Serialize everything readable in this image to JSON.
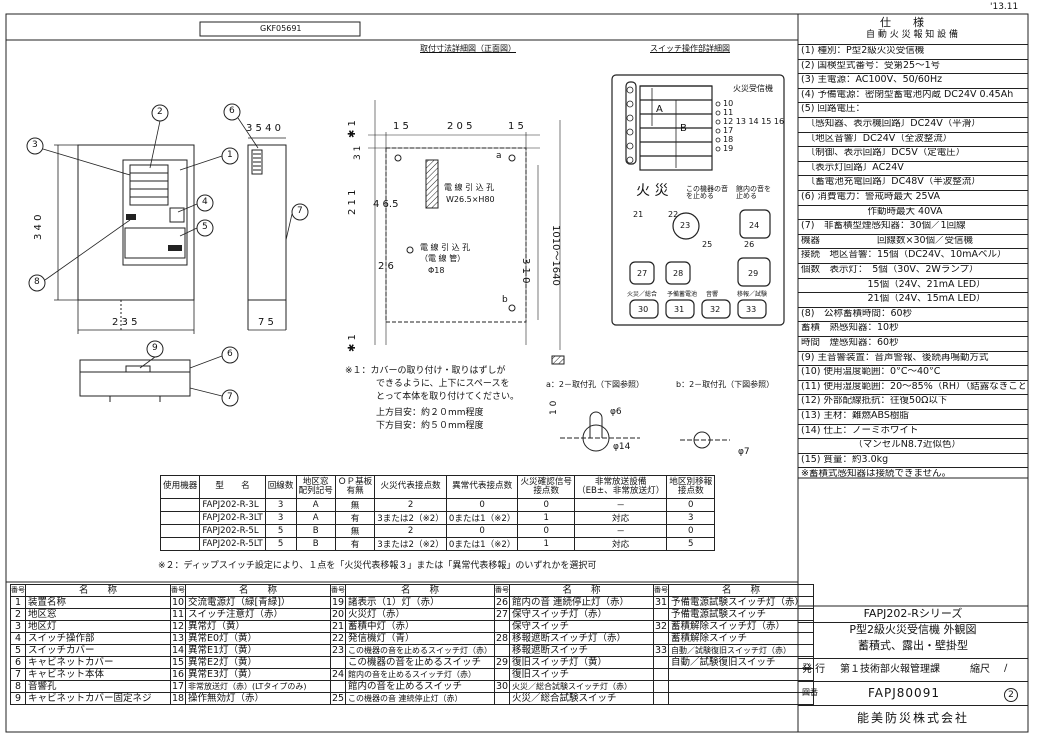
{
  "top_date": "'13.11",
  "doc_code": "GKF05691",
  "view_titles": {
    "mount": "取付寸法詳細図（正面図）",
    "switch": "スイッチ操作部詳細図"
  },
  "callouts": [
    "1",
    "2",
    "3",
    "4",
    "5",
    "6",
    "7",
    "8",
    "9",
    "6",
    "7"
  ],
  "dims": {
    "d235": "2 3 5",
    "d340": "3 4 0",
    "d75": "7 5",
    "d3540": "3 5 4 0",
    "d15a": "1 5",
    "d205": "2 0 5",
    "d15b": "1 5",
    "d31": "3 1",
    "d211": "2 1 1",
    "d465": "4 6.5",
    "d26": "2 6",
    "d310": "3 1 0",
    "d1010": "1010～1640",
    "star1": "✱ 1",
    "star2": "✱ 1",
    "d10": "1 0"
  },
  "mount_labels": {
    "cable_hole1": "電 線 引 込 孔",
    "cable_hole1_dim": "W26.5×H80",
    "cable_hole2": "電 線 引 込 孔",
    "cable_hole2_sub": "（電 線 管）",
    "cable_hole2_dim": "Φ18",
    "pt_a": "a",
    "pt_b": "b"
  },
  "notes": {
    "note1_l1": "※１：カバーの取り付け・取りはずしが",
    "note1_l2": "できるように、上下にスペースを",
    "note1_l3": "とって本体を取り付けてください。",
    "note1_l4": "上方目安：約２０mm程度",
    "note1_l5": "下方目安：約５０mm程度",
    "hole_a": "a：2－取付孔（下図参照）",
    "hole_b": "b：2－取付孔（下図参照）",
    "phi6": "φ6",
    "phi14": "φ14",
    "phi7": "φ7",
    "note2": "※２：ディップスイッチ設定により、１点を「火災代表移報３」または「異常代表移報」のいずれかを選択可"
  },
  "panel": {
    "title": "火災受信機",
    "zone_nums_a": [
      "10",
      "11",
      "12 13 14 15 16",
      "17",
      "18",
      "19"
    ],
    "letter_a": "A",
    "letter_b": "B",
    "fire_label": "火 災",
    "sub_left": "この機器の音を止める",
    "sub_right": "館内の音を止める",
    "n21": "21",
    "n22": "22",
    "n23": "23",
    "n24": "24",
    "n25": "25",
    "n26": "26",
    "n27": "27",
    "n28": "28",
    "n29": "29",
    "n30": "30",
    "n31": "31",
    "n32": "32",
    "n33": "33",
    "bottom_labels": [
      "火災／総合",
      "予備蓄電池",
      "音響",
      "移報／試験"
    ]
  },
  "spec": {
    "title": "仕　　様",
    "subtitle": "自 動 火 災 報 知 設 備",
    "rows": [
      "(1) 種別：P型2級火災受信機",
      "(2) 国検型式番号：受第25～1号",
      "(3) 主電源：AC100V、50/60Hz",
      "(4) 予備電源：密閉型蓄電池内蔵 DC24V 0.45Ah",
      "(5) 回路電圧：",
      "　〔感知器、表示機回路〕DC24V（平滑）",
      "　〔地区音響〕DC24V（全波整流）",
      "　〔制御、表示回路〕DC5V（定電圧）",
      "　〔表示灯回路〕AC24V",
      "　〔蓄電池充電回路〕DC48V（半波整流）",
      "(6) 消費電力：警戒時最大  25VA",
      "　　　　　　　作動時最大  40VA",
      "(7)　非蓄積型煙感知器：30個／1回線",
      "機器　　　　　　回線数×30個／受信機",
      "接続　地区音響：15個（DC24V、10mAベル）",
      "個数　表示灯：　5個（30V、2Wランプ）",
      "　　　　　　　15個（24V、21mA  LED）",
      "　　　　　　　21個（24V、15mA  LED）",
      "(8)　公称蓄積時間：60秒",
      "蓄積　熱感知器：10秒",
      "時間　煙感知器：60秒",
      "(9) 主音響装置：音声警報、後続再鳴動方式",
      "(10) 使用温度範囲：0°C～40°C",
      "(11) 使用湿度範囲：20～85%（RH）（結露なきこと）",
      "(12) 外部配線抵抗：往復50Ω以下",
      "(13) 主材：難燃ABS樹脂",
      "(14) 仕上：ノーミホワイト",
      "　　　　　　（マンセルN8.7近似色）",
      "(15) 質量：約3.0kg",
      "※蓄積式感知器は接続できません。"
    ]
  },
  "title_block": {
    "series": "FAPJ202-Rシリーズ",
    "line2": "P型2級火災受信機 外観図",
    "line3": "蓄積式、露出・壁掛型",
    "issue": "発 行",
    "dept": "第１技術部火報管理課",
    "scale": "縮尺",
    "drawing_no_label": "図番",
    "drawing_no": "FAPJ80091",
    "rev": "2",
    "company": "能美防災株式会社"
  },
  "model_table": {
    "headers": [
      "使用機器",
      "型　　名",
      "回線数",
      "地区窓\n配列記号",
      "ＯＰ基板\n有無",
      "火災代表接点数",
      "異常代表接点数",
      "火災確認信号\n接点数",
      "非常放送設備\n（EB±、非常放送灯）",
      "地区別移報\n接点数"
    ],
    "rows": [
      [
        "",
        "FAPJ202-R-3L",
        "3",
        "A",
        "無",
        "2",
        "0",
        "0",
        "－",
        "0"
      ],
      [
        "",
        "FAPJ202-R-3LT",
        "3",
        "A",
        "有",
        "3または2（※2）",
        "0または1（※2）",
        "1",
        "対応",
        "3"
      ],
      [
        "",
        "FAPJ202-R-5L",
        "5",
        "B",
        "無",
        "2",
        "0",
        "0",
        "－",
        "0"
      ],
      [
        "",
        "FAPJ202-R-5LT",
        "5",
        "B",
        "有",
        "3または2（※2）",
        "0または1（※2）",
        "1",
        "対応",
        "5"
      ]
    ]
  },
  "parts_table": {
    "h_num": "番号",
    "h_name": "名　　称",
    "rows": [
      [
        "1",
        "装置名称",
        "10",
        "交流電源灯（緑[青緑]）",
        "19",
        "諸表示（1）灯（赤）",
        "26",
        "館内の音 連続停止灯（赤）",
        "31",
        "予備電源試験スイッチ灯（赤）"
      ],
      [
        "2",
        "地区窓",
        "11",
        "スイッチ注意灯（赤）",
        "20",
        "火災灯（赤）",
        "27",
        "保守スイッチ灯（赤）",
        "",
        "予備電源試験スイッチ"
      ],
      [
        "3",
        "地区灯",
        "12",
        "異常灯（黄）",
        "21",
        "蓄積中灯（赤）",
        "",
        "保守スイッチ",
        "32",
        "蓄積解除スイッチ灯（赤）"
      ],
      [
        "4",
        "スイッチ操作部",
        "13",
        "異常E0灯（黄）",
        "22",
        "発信機灯（青）",
        "28",
        "移報遮断スイッチ灯（赤）",
        "",
        "蓄積解除スイッチ"
      ],
      [
        "5",
        "スイッチカバー",
        "14",
        "異常E1灯（黄）",
        "23",
        "この機器の音を止めるスイッチ灯（赤）",
        "",
        "移報遮断スイッチ",
        "33",
        "自動／試験復旧スイッチ灯（赤）"
      ],
      [
        "6",
        "キャビネットカバー",
        "15",
        "異常E2灯（黄）",
        "",
        "この機器の音を止めるスイッチ",
        "29",
        "復旧スイッチ灯（黄）",
        "",
        "自動／試験復旧スイッチ"
      ],
      [
        "7",
        "キャビネット本体",
        "16",
        "異常E3灯（黄）",
        "24",
        "館内の音を止めるスイッチ灯（赤）",
        "",
        "復旧スイッチ",
        "",
        ""
      ],
      [
        "8",
        "音響孔",
        "17",
        "非常放送灯（赤）(LTタイプのみ)",
        "",
        "館内の音を止めるスイッチ",
        "30",
        "火災／総合試験スイッチ灯（赤）",
        "",
        ""
      ],
      [
        "9",
        "キャビネットカバー固定ネジ",
        "18",
        "操作無効灯（赤）",
        "25",
        "この機器の音 連続停止灯（赤）",
        "",
        "火災／総合試験スイッチ",
        "",
        ""
      ]
    ]
  }
}
